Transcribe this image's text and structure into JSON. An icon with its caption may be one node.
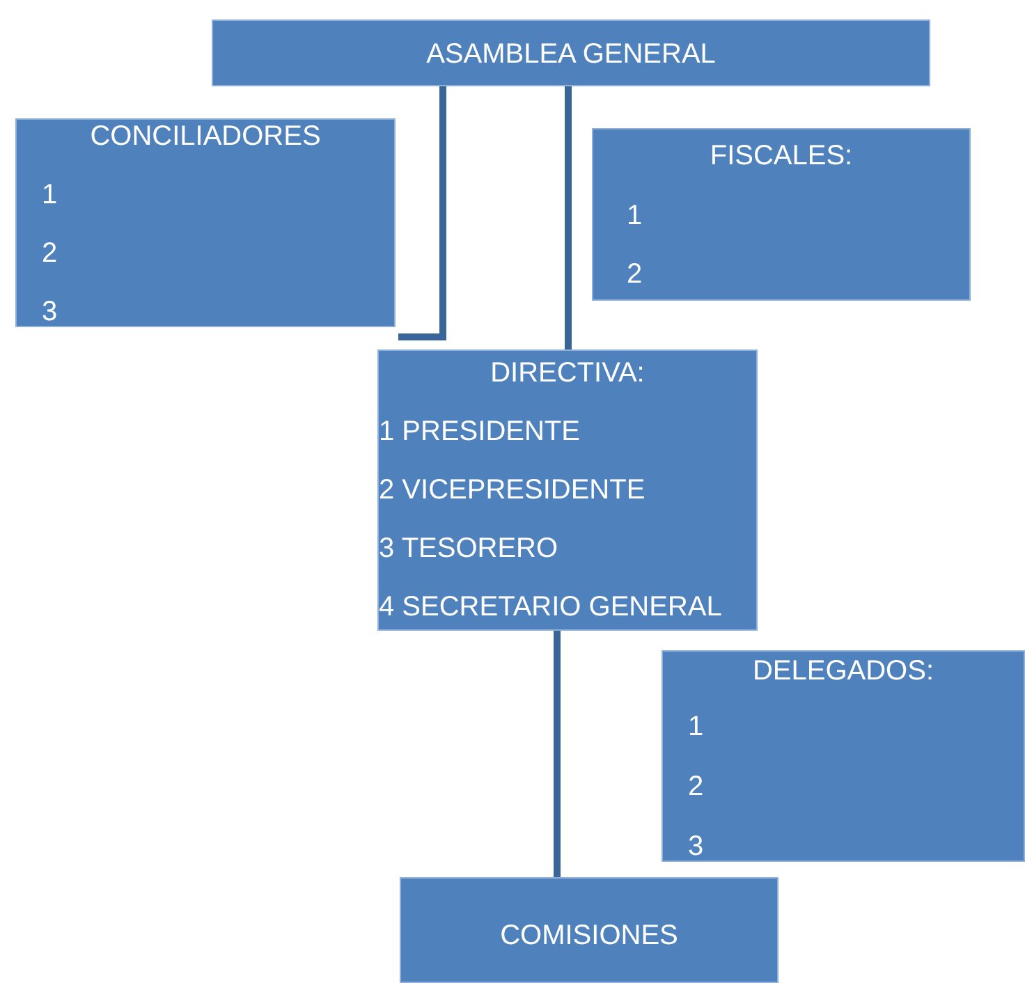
{
  "diagram": {
    "nodes": [
      {
        "text": [
          "ASAMBLEA GENERAL"
        ]
      },
      {
        "text": [
          "CONCILIADORES",
          "1",
          "2",
          "3"
        ]
      },
      {
        "text": [
          "FISCALES:",
          "1",
          "2"
        ]
      },
      {
        "text": [
          "DIRECTIVA:",
          "1 PRESIDENTE",
          "2 VICEPRESIDENTE",
          "3 TESORERO",
          "4 SECRETARIO GENERAL"
        ]
      },
      {
        "text": [
          "DELEGADOS:",
          "1",
          "2",
          "3"
        ]
      },
      {
        "text": [
          "COMISIONES"
        ]
      }
    ],
    "edges": [
      {
        "from": 0,
        "to": 1,
        "arrow": "none"
      },
      {
        "from": 0,
        "to": 3,
        "arrow": "none"
      },
      {
        "from": 3,
        "to": 5,
        "arrow": "none"
      }
    ]
  }
}
